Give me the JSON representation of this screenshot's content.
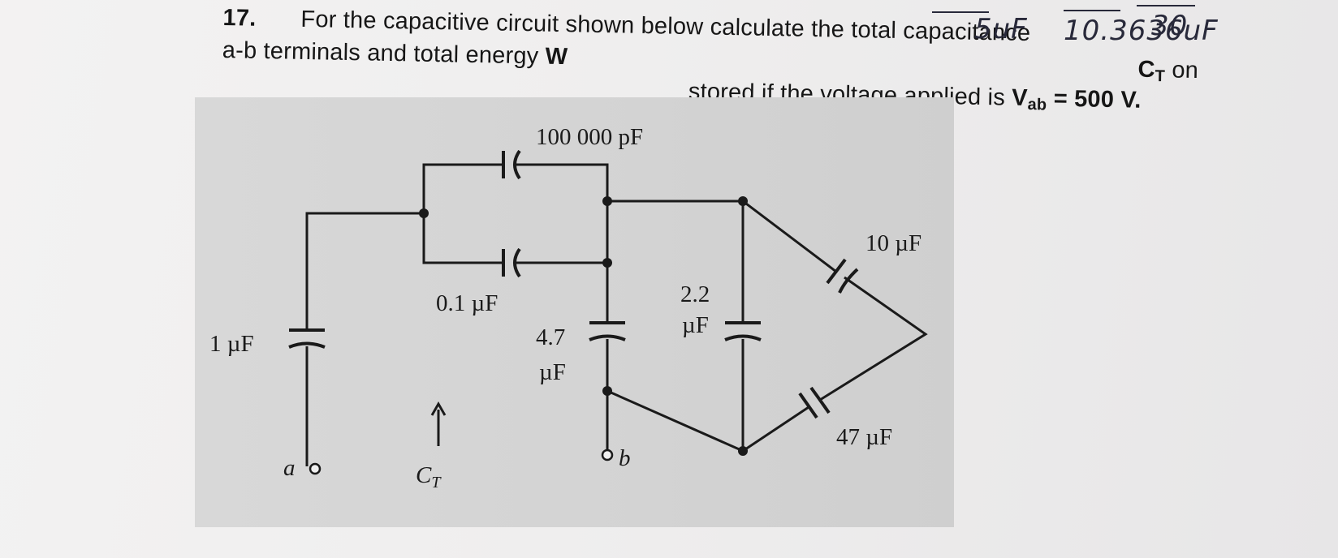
{
  "problem": {
    "number": "17.",
    "line1": "For the capacitive circuit shown below calculate the total capacitance",
    "ct_symbol": "C",
    "ct_sub": "T",
    "line2_tail": " on",
    "line2": "a-b terminals and total energy",
    "w_symbol": "W",
    "line3": " stored if the voltage applied is ",
    "v_symbol": "V",
    "v_sub": "ab",
    "v_value": " = 500 V."
  },
  "handwriting": {
    "note1": "5uF",
    "note2": "10.3636uF",
    "note3": "30"
  },
  "circuit": {
    "labels": {
      "c_100000pF": "100 000 pF",
      "c_0_1uF": "0.1 µF",
      "c_1uF": "1 µF",
      "c_4_7uF_a": "4.7",
      "c_4_7uF_b": "µF",
      "c_2_2uF_a": "2.2",
      "c_2_2uF_b": "µF",
      "c_10uF": "10 µF",
      "c_47uF": "47 µF",
      "terminal_a": "a",
      "terminal_b": "b",
      "ct_label": "C",
      "ct_label_sub": "T"
    }
  },
  "colors": {
    "paper": "#f1f0f0",
    "figure_bg": "#d5d5d5",
    "ink": "#1a1a1a",
    "pen": "#28293a"
  }
}
